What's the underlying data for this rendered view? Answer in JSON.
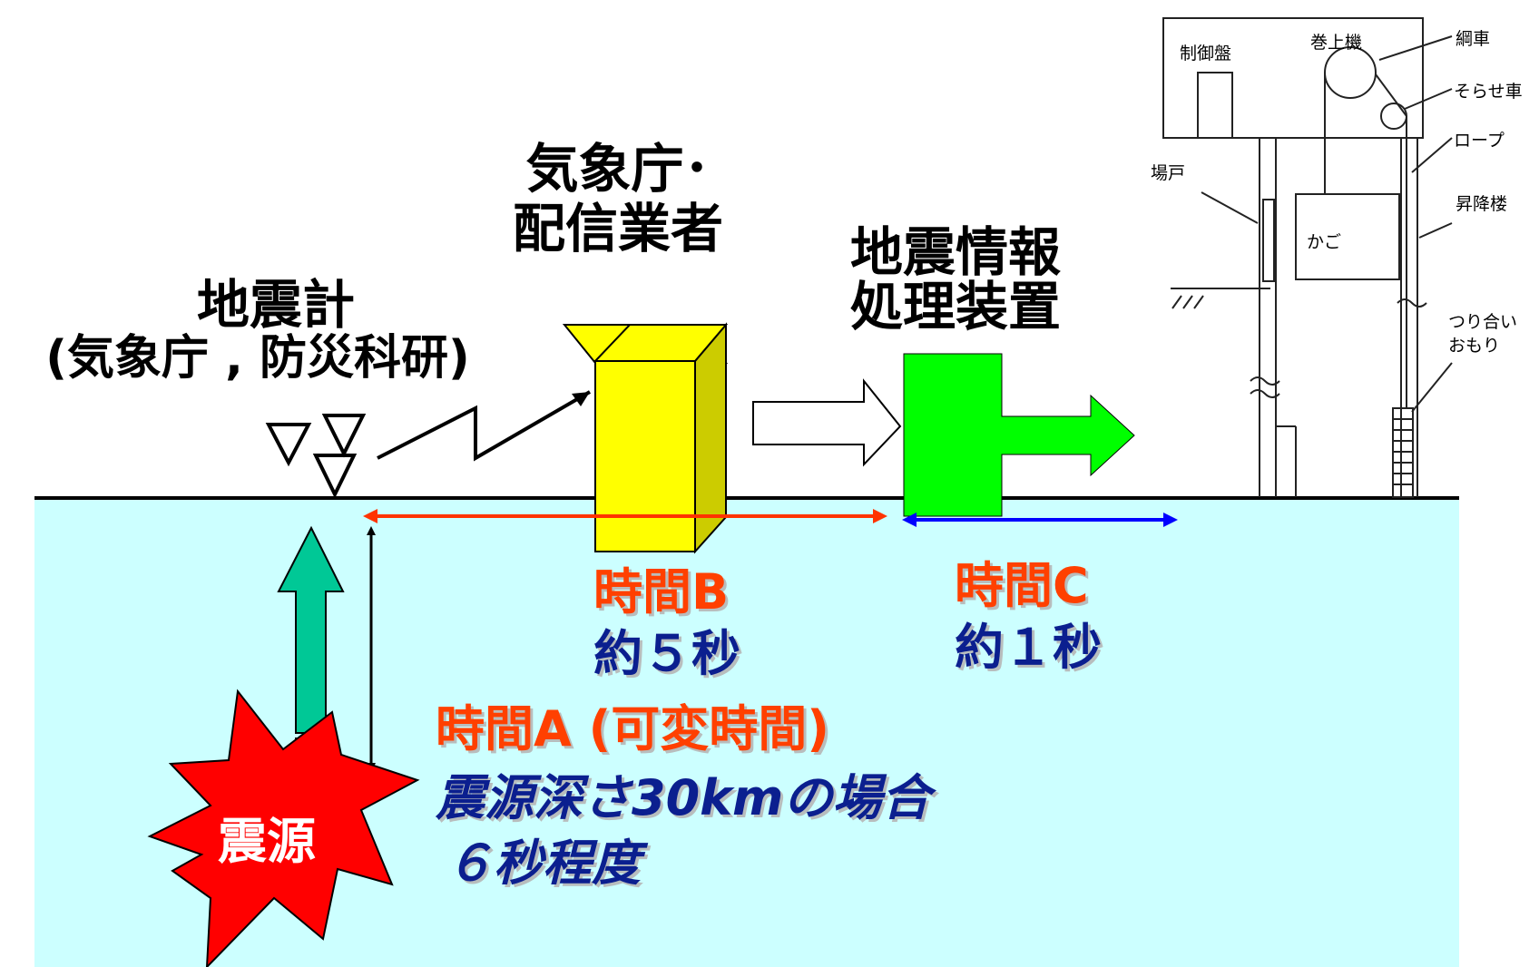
{
  "labels": {
    "seismometer_title": "地震計",
    "seismometer_sub": "(気象庁 , 防災科研)",
    "jma_line1": "気象庁･",
    "jma_line2": "配信業者",
    "processor_line1": "地震情報",
    "processor_line2": "処理装置",
    "time_b": "時間B",
    "time_b_value": "約５秒",
    "time_c": "時間C",
    "time_c_value": "約１秒",
    "time_a": "時間A (可変時間)",
    "depth_note_line1": "震源深さ30kmの場合",
    "depth_note_line2": "６秒程度",
    "epicenter": "震源"
  },
  "elevator": {
    "control_panel": "制御盤",
    "hoist": "巻上機",
    "sheave": "綱車",
    "deflector": "そらせ車",
    "rope": "ロープ",
    "landing_door": "場戸",
    "car": "かご",
    "shaft": "昇降楼",
    "counterweight_line1": "つり合い",
    "counterweight_line2": "おもり"
  },
  "colors": {
    "ground": "#ccffff",
    "box_front": "#ffff00",
    "box_side": "#cccc00",
    "processor": "#00ff00",
    "time_a_arrow": "#00c896",
    "span_b": "#ff3300",
    "span_c": "#0000ff",
    "epicenter": "#ff0000"
  }
}
